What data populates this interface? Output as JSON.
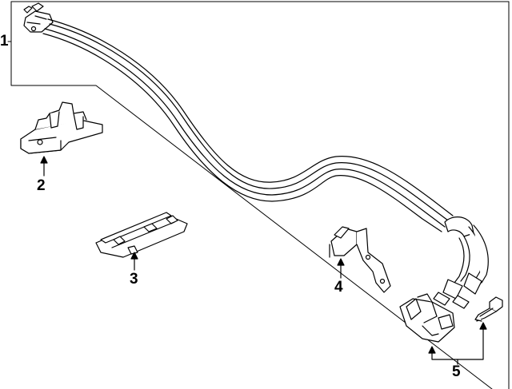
{
  "callouts": {
    "part1": "1",
    "part2": "2",
    "part3": "3",
    "part4": "4",
    "part5": "5"
  },
  "colors": {
    "line": "#000000",
    "fill": "#ffffff"
  }
}
